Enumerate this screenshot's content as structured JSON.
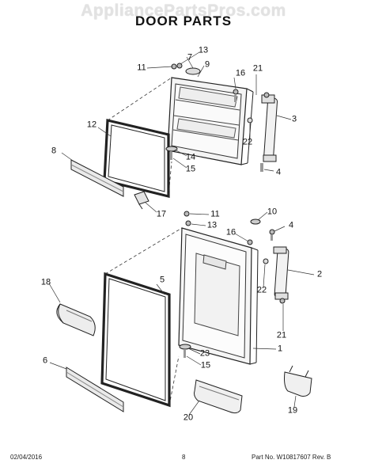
{
  "watermark": "AppliancePartsPros.com",
  "title": "DOOR PARTS",
  "callouts": {
    "c1": "1",
    "c2": "2",
    "c3": "3",
    "c4a": "4",
    "c4b": "4",
    "c5": "5",
    "c6": "6",
    "c7": "7",
    "c8": "8",
    "c9": "9",
    "c10": "10",
    "c11a": "11",
    "c11b": "11",
    "c12": "12",
    "c13a": "13",
    "c13b": "13",
    "c14": "14",
    "c15a": "15",
    "c15b": "15",
    "c16a": "16",
    "c16b": "16",
    "c17": "17",
    "c18": "18",
    "c19": "19",
    "c20": "20",
    "c21a": "21",
    "c21b": "21",
    "c22a": "22",
    "c22b": "22",
    "c23": "23"
  },
  "footer": {
    "date": "02/04/2016",
    "page": "8",
    "part_no": "Part No.  W10817607  Rev.  B"
  }
}
